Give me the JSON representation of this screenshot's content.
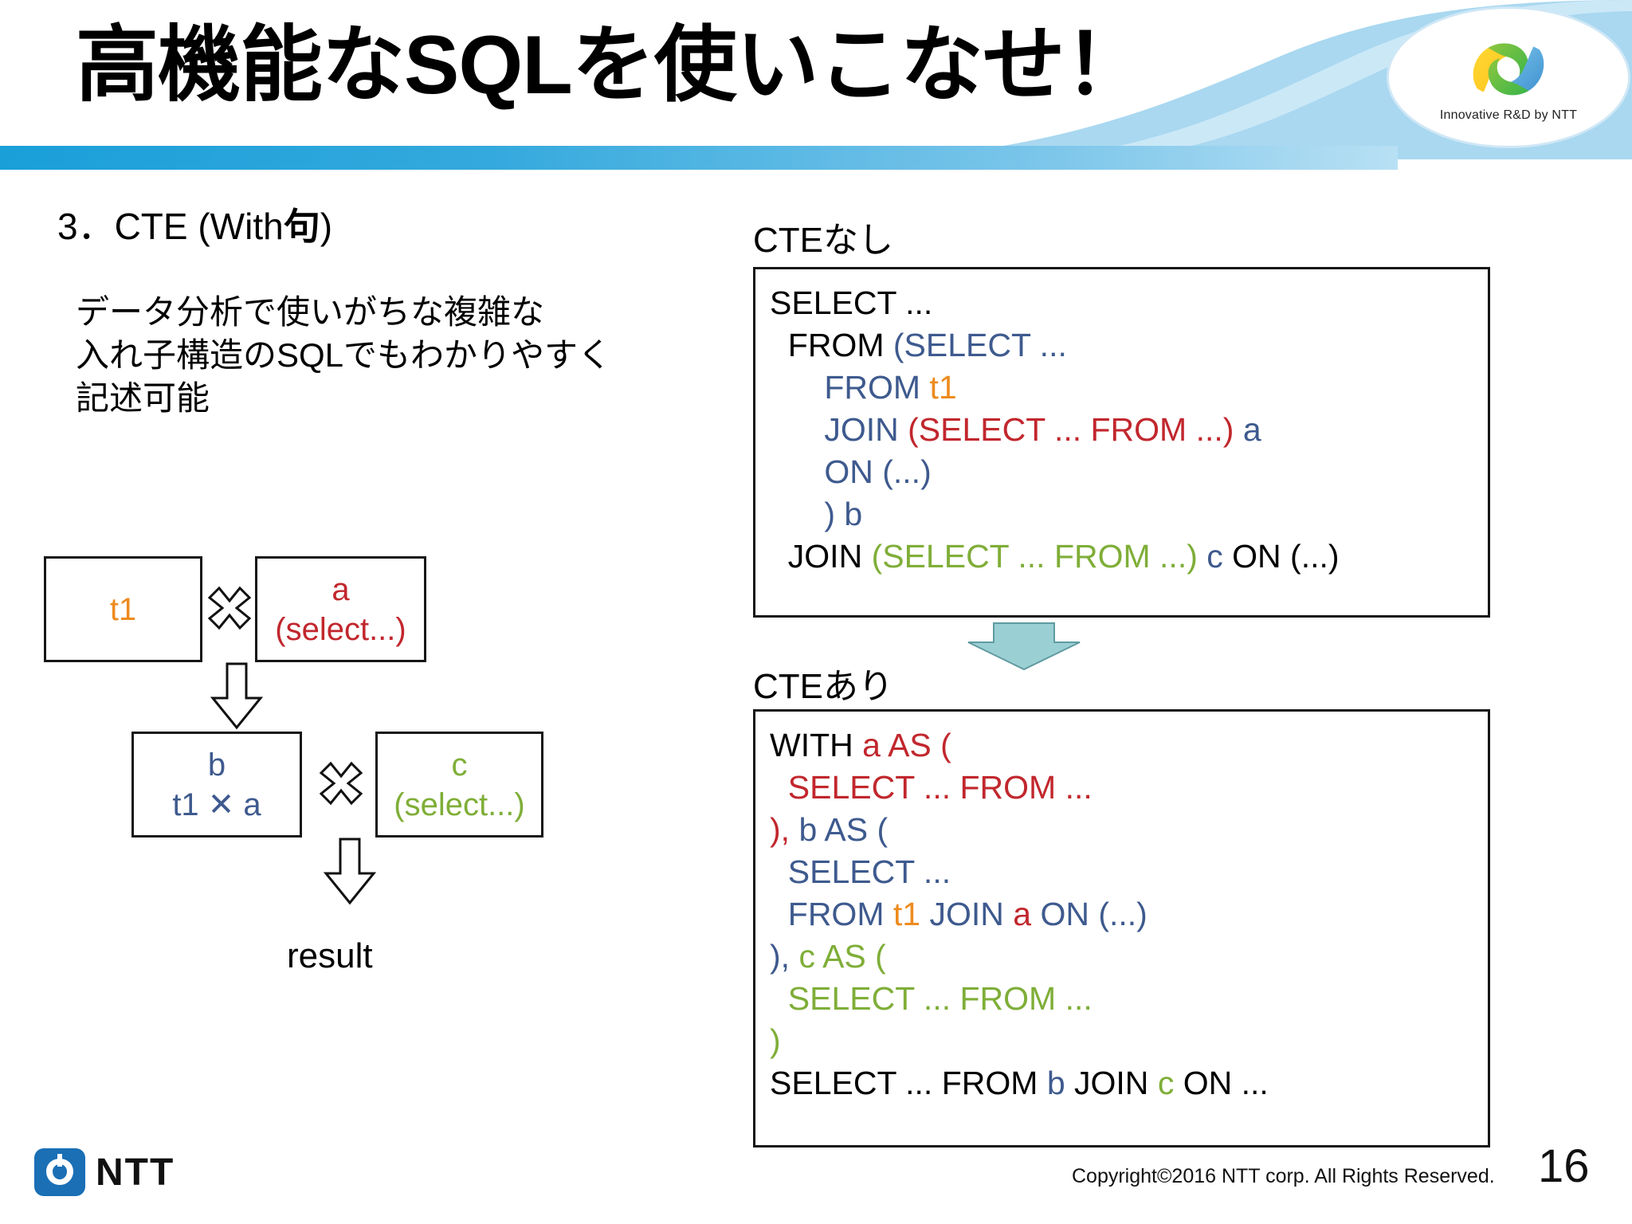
{
  "header": {
    "title": "高機能なSQLを使いこなせ！",
    "logo_caption": "Innovative R&D by NTT",
    "bar_color": "#1a9fd9",
    "swoosh_color": "#a9d8f0"
  },
  "section": {
    "title_prefix": "3．CTE (With",
    "title_bold": "句",
    "title_suffix": ")",
    "lead_lines": [
      "データ分析で使いがちな複雑な",
      "入れ子構造のSQLでもわかりやすく",
      "記述可能"
    ]
  },
  "diagram": {
    "boxes": [
      {
        "id": "t1",
        "line1": "t1",
        "line2": "",
        "color1": "#ED8B1F",
        "color2": ""
      },
      {
        "id": "a",
        "line1": "a",
        "line2": "(select...)",
        "color1": "#C1272D",
        "color2": "#C1272D"
      },
      {
        "id": "b",
        "line1": "b",
        "line2": "t1 ✕ a",
        "color1": "#3E5A8E",
        "color2": "#3E5A8E"
      },
      {
        "id": "c",
        "line1": "c",
        "line2": "(select...)",
        "color1": "#7FAE38",
        "color2": "#7FAE38"
      }
    ],
    "operator_symbol": "✕",
    "result_label": "result"
  },
  "code": {
    "caption_without": "CTEなし",
    "caption_with": "CTEあり",
    "without_cte": [
      [
        {
          "t": "SELECT ...",
          "c": "#000000"
        }
      ],
      [
        {
          "t": "  FROM ",
          "c": "#000000"
        },
        {
          "t": "(SELECT ...",
          "c": "#3E5A8E"
        }
      ],
      [
        {
          "t": "      FROM ",
          "c": "#3E5A8E"
        },
        {
          "t": "t1",
          "c": "#ED8B1F"
        }
      ],
      [
        {
          "t": "      JOIN ",
          "c": "#3E5A8E"
        },
        {
          "t": "(SELECT ... FROM ...)",
          "c": "#C1272D"
        },
        {
          "t": " a",
          "c": "#3E5A8E"
        }
      ],
      [
        {
          "t": "      ON (...)",
          "c": "#3E5A8E"
        }
      ],
      [
        {
          "t": "      ) b",
          "c": "#3E5A8E"
        }
      ],
      [
        {
          "t": "  JOIN ",
          "c": "#000000"
        },
        {
          "t": "(SELECT ... FROM ...)",
          "c": "#7FAE38"
        },
        {
          "t": " c",
          "c": "#3E5A8E"
        },
        {
          "t": " ON (...)",
          "c": "#000000"
        }
      ]
    ],
    "with_cte": [
      [
        {
          "t": "WITH ",
          "c": "#000000"
        },
        {
          "t": "a AS (",
          "c": "#C1272D"
        }
      ],
      [
        {
          "t": "  SELECT ... FROM ...",
          "c": "#C1272D"
        }
      ],
      [
        {
          "t": "),",
          "c": "#C1272D"
        },
        {
          "t": " b AS (",
          "c": "#3E5A8E"
        }
      ],
      [
        {
          "t": "  SELECT ...",
          "c": "#3E5A8E"
        }
      ],
      [
        {
          "t": "  FROM ",
          "c": "#3E5A8E"
        },
        {
          "t": "t1",
          "c": "#ED8B1F"
        },
        {
          "t": " JOIN ",
          "c": "#3E5A8E"
        },
        {
          "t": "a",
          "c": "#C1272D"
        },
        {
          "t": " ON (...)",
          "c": "#3E5A8E"
        }
      ],
      [
        {
          "t": "),",
          "c": "#3E5A8E"
        },
        {
          "t": " c AS (",
          "c": "#7FAE38"
        }
      ],
      [
        {
          "t": "  SELECT ... FROM ...",
          "c": "#7FAE38"
        }
      ],
      [
        {
          "t": ")",
          "c": "#7FAE38"
        }
      ],
      [
        {
          "t": "SELECT ... FROM ",
          "c": "#000000"
        },
        {
          "t": "b",
          "c": "#3E5A8E"
        },
        {
          "t": " JOIN ",
          "c": "#000000"
        },
        {
          "t": "c",
          "c": "#7FAE38"
        },
        {
          "t": " ON ...",
          "c": "#000000"
        }
      ]
    ]
  },
  "footer": {
    "brand": "NTT",
    "copyright": "Copyright©2016  NTT corp. All Rights Reserved.",
    "page_number": "16"
  }
}
